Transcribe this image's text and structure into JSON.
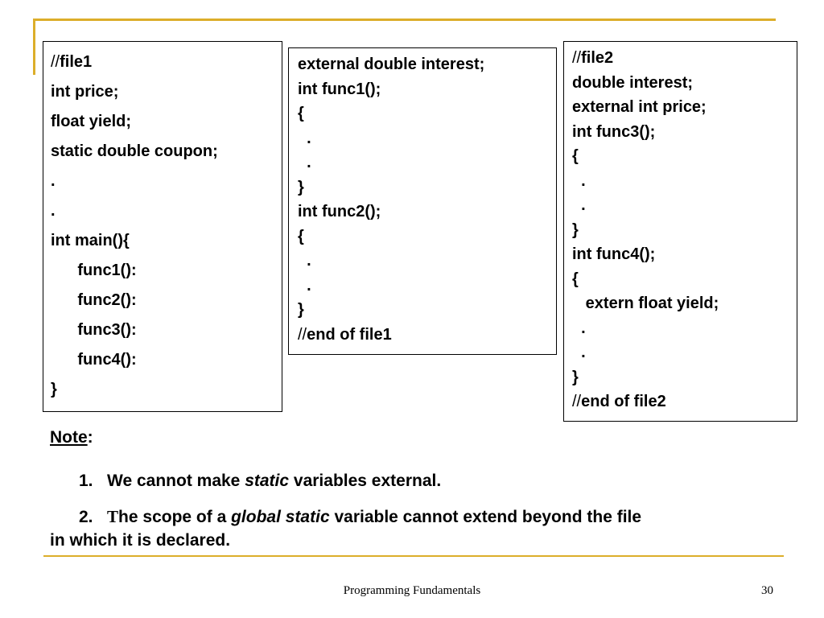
{
  "slide": {
    "accent_color": "#dcae2a",
    "file1_box": {
      "lines": [
        {
          "prefix": "//",
          "text": "file1",
          "indent": ""
        },
        {
          "prefix": "",
          "text": "int price;",
          "indent": ""
        },
        {
          "prefix": "",
          "text": "float yield;",
          "indent": ""
        },
        {
          "prefix": "",
          "text": "static double coupon;",
          "indent": ""
        },
        {
          "prefix": "",
          "text": ".",
          "indent": ""
        },
        {
          "prefix": "",
          "text": ".",
          "indent": ""
        },
        {
          "prefix": "",
          "text": "int main(){",
          "indent": ""
        },
        {
          "prefix": "",
          "text": "func1():",
          "indent": "      "
        },
        {
          "prefix": "",
          "text": "func2():",
          "indent": "      "
        },
        {
          "prefix": "",
          "text": "func3():",
          "indent": "      "
        },
        {
          "prefix": "",
          "text": "func4():",
          "indent": "      "
        },
        {
          "prefix": "",
          "text": "}",
          "indent": ""
        }
      ]
    },
    "file1_cont_box": {
      "lines": [
        {
          "prefix": "",
          "text": "external double interest;",
          "indent": ""
        },
        {
          "prefix": "",
          "text": "int func1();",
          "indent": ""
        },
        {
          "prefix": "",
          "text": "{",
          "indent": ""
        },
        {
          "prefix": "",
          "text": ".",
          "indent": "  "
        },
        {
          "prefix": "",
          "text": ".",
          "indent": "  "
        },
        {
          "prefix": "",
          "text": "}",
          "indent": ""
        },
        {
          "prefix": "",
          "text": "int func2();",
          "indent": ""
        },
        {
          "prefix": "",
          "text": "{",
          "indent": ""
        },
        {
          "prefix": "",
          "text": ".",
          "indent": "  "
        },
        {
          "prefix": "",
          "text": ".",
          "indent": "  "
        },
        {
          "prefix": "",
          "text": "}",
          "indent": ""
        },
        {
          "prefix": "//",
          "text": "end of file1",
          "indent": ""
        }
      ]
    },
    "file2_box": {
      "lines": [
        {
          "prefix": "//",
          "text": "file2",
          "indent": ""
        },
        {
          "prefix": "",
          "text": "double interest;",
          "indent": ""
        },
        {
          "prefix": "",
          "text": "external int price;",
          "indent": ""
        },
        {
          "prefix": "",
          "text": "int func3();",
          "indent": ""
        },
        {
          "prefix": "",
          "text": "{",
          "indent": ""
        },
        {
          "prefix": "",
          "text": ".",
          "indent": "  "
        },
        {
          "prefix": "",
          "text": ".",
          "indent": "  "
        },
        {
          "prefix": "",
          "text": "}",
          "indent": ""
        },
        {
          "prefix": "",
          "text": "int func4();",
          "indent": ""
        },
        {
          "prefix": "",
          "text": "{",
          "indent": ""
        },
        {
          "prefix": "",
          "text": "extern float yield;",
          "indent": "   "
        },
        {
          "prefix": "",
          "text": ".",
          "indent": "  "
        },
        {
          "prefix": "",
          "text": ".",
          "indent": "  "
        },
        {
          "prefix": "",
          "text": "}",
          "indent": ""
        },
        {
          "prefix": "//",
          "text": "end of file2",
          "indent": ""
        }
      ]
    },
    "note": {
      "title": "Note",
      "colon": ":",
      "item1": {
        "number": "1.",
        "before": "We cannot make ",
        "emphasis": "static",
        "after": " variables external."
      },
      "item2": {
        "number": "2.",
        "first_letter": "T",
        "text_a": "he scope of a ",
        "emphasis": "global static",
        "text_b": " variable cannot extend beyond the file",
        "continuation": "in which it is declared."
      }
    },
    "footer": {
      "title": "Programming Fundamentals",
      "page_number": "30"
    }
  }
}
